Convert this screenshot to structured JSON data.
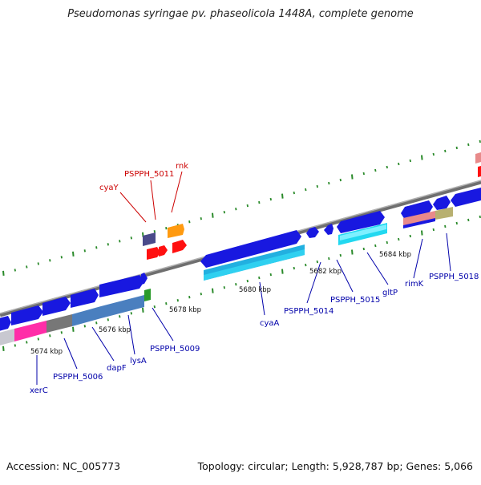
{
  "title": "Pseudomonas syringae pv. phaseolicola 1448A, complete genome",
  "accession": "Accession: NC_005773",
  "summary": "Topology: circular; Length: 5,928,787 bp; Genes: 5,066",
  "colors": {
    "backbone": "#888888",
    "tick": "#2a8a2a",
    "forward_label": "#cc0000",
    "reverse_label": "#0000aa",
    "gene_blue": "#1818e0",
    "cds_cyan": "#22d8f0",
    "cds_steel": "#4a7fbf",
    "cds_magenta": "#ff2da8",
    "cds_grey": "#777777",
    "cds_green": "#2a9a2a",
    "cds_olive": "#b8b070",
    "cds_pink": "#e88a8a",
    "gene_red": "#ff1010",
    "gene_orange": "#ff9a10",
    "gene_indigo": "#4a4a8a"
  },
  "kbp_labels": [
    "5674 kbp",
    "5676 kbp",
    "5678 kbp",
    "5680 kbp",
    "5682 kbp",
    "5684 kbp"
  ],
  "forward_genes": [
    "cyaY",
    "PSPPH_5011",
    "rnk"
  ],
  "reverse_genes": [
    "xerC",
    "PSPPH_5006",
    "dapF",
    "lysA",
    "PSPPH_5009",
    "cyaA",
    "PSPPH_5014",
    "PSPPH_5015",
    "gltP",
    "rimK",
    "PSPPH_5018"
  ]
}
